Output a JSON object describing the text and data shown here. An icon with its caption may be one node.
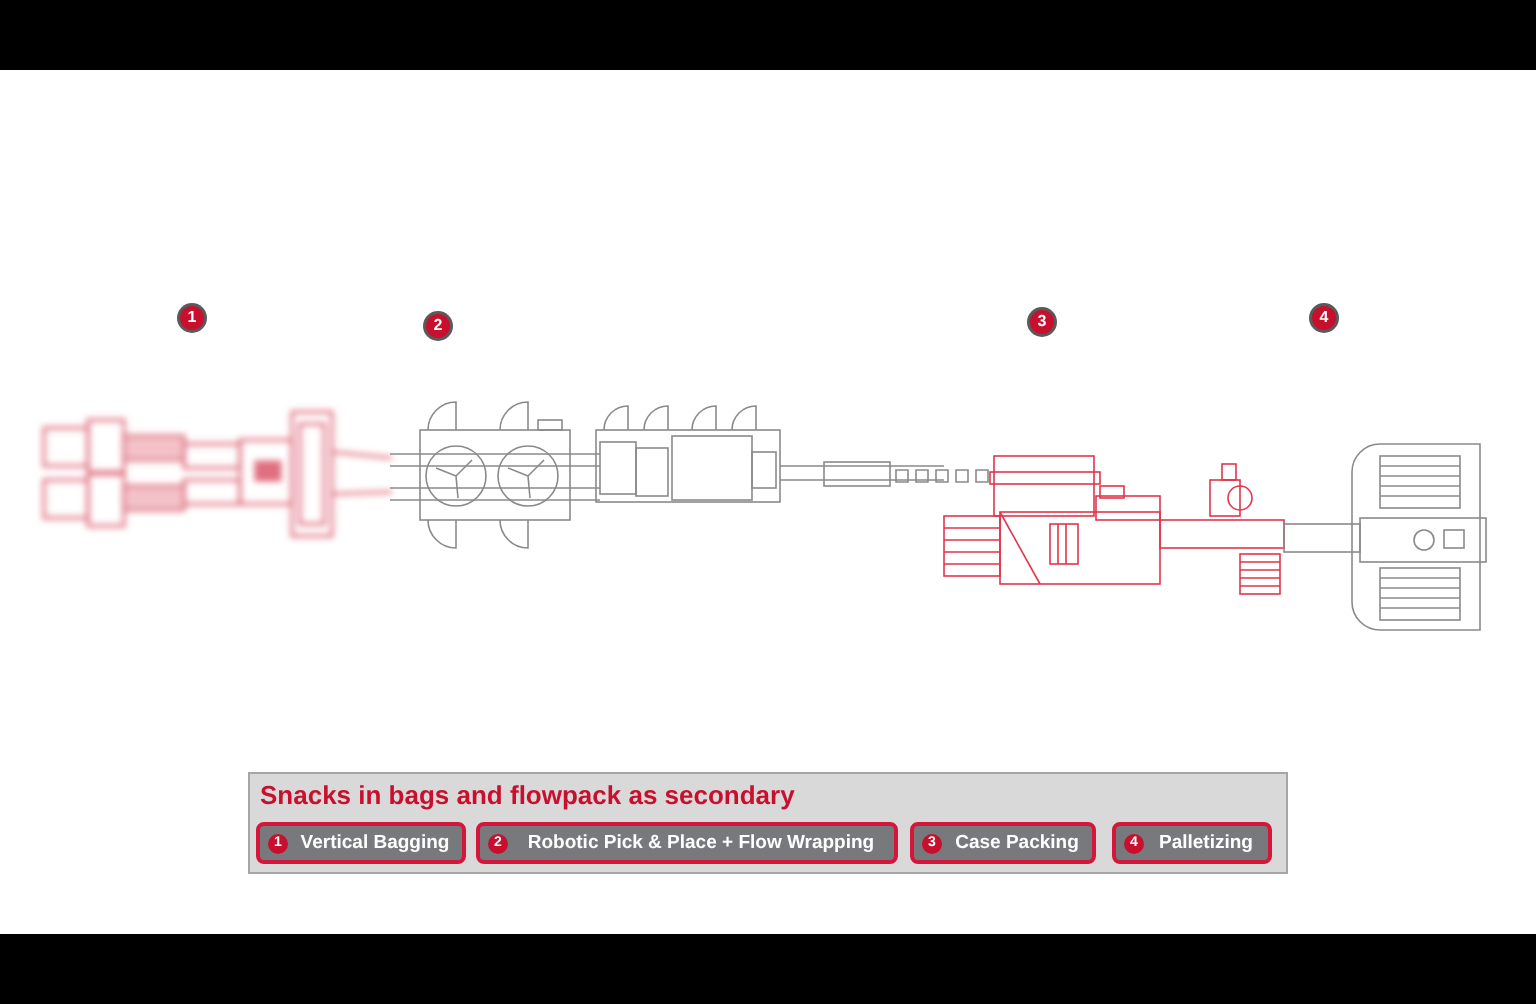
{
  "diagram": {
    "nodes": [
      {
        "text": [
          "Snacks in bags and flowpack as secondary"
        ]
      },
      {
        "text": [
          "1",
          "Vertical Bagging"
        ],
        "in": 0
      },
      {
        "text": [
          "2",
          "Robotic Pick & Place + Flow Wrapping"
        ],
        "in": 0
      },
      {
        "text": [
          "3",
          "Case Packing"
        ],
        "in": 0
      },
      {
        "text": [
          "4",
          "Palletizing"
        ],
        "in": 0
      }
    ],
    "labels": [
      "1",
      "2",
      "3",
      "4"
    ]
  }
}
